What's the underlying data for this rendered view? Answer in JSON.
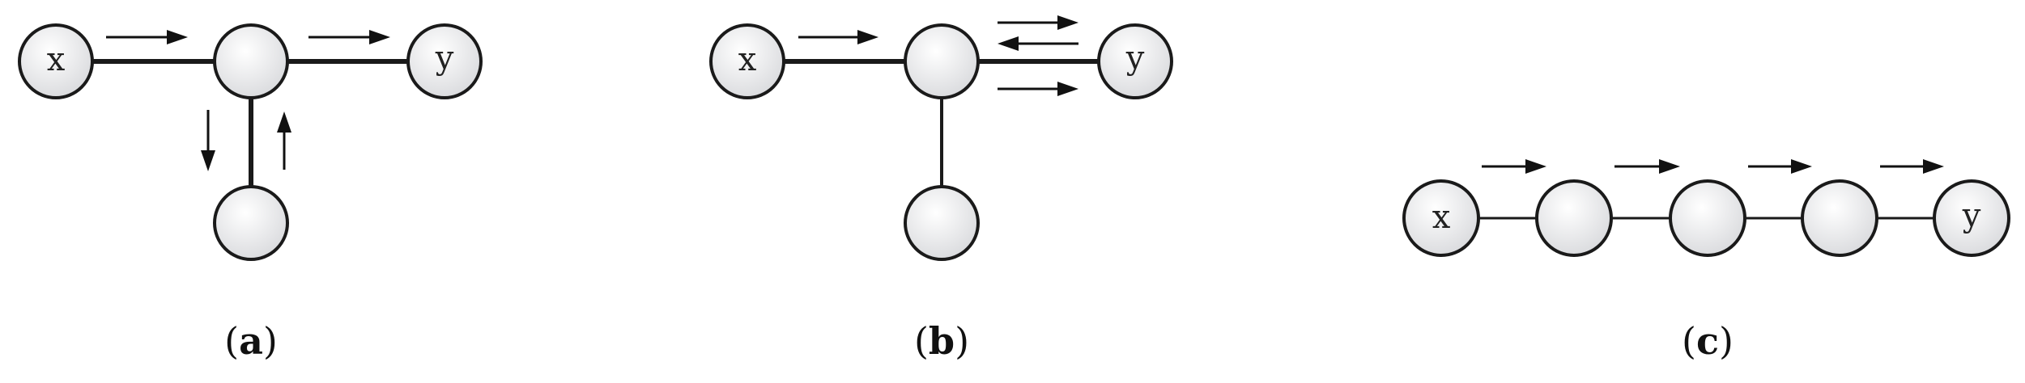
{
  "panels": [
    {
      "id": "a",
      "caption": {
        "open": "(",
        "letter": "a",
        "close": ")"
      },
      "nodes": [
        {
          "id": "x",
          "label": "x"
        },
        {
          "id": "center",
          "label": ""
        },
        {
          "id": "y",
          "label": "y"
        },
        {
          "id": "bottom",
          "label": ""
        }
      ]
    },
    {
      "id": "b",
      "caption": {
        "open": "(",
        "letter": "b",
        "close": ")"
      },
      "nodes": [
        {
          "id": "x",
          "label": "x"
        },
        {
          "id": "center",
          "label": ""
        },
        {
          "id": "y",
          "label": "y"
        },
        {
          "id": "bottom",
          "label": ""
        }
      ]
    },
    {
      "id": "c",
      "caption": {
        "open": "(",
        "letter": "c",
        "close": ")"
      },
      "nodes": [
        {
          "id": "x",
          "label": "x"
        },
        {
          "id": "n1",
          "label": ""
        },
        {
          "id": "n2",
          "label": ""
        },
        {
          "id": "n3",
          "label": ""
        },
        {
          "id": "y",
          "label": "y"
        }
      ]
    }
  ],
  "style": {
    "node_fill_light": "#ffffff",
    "node_fill_dark": "#d9dadd",
    "stroke": "#1a1a1a"
  }
}
